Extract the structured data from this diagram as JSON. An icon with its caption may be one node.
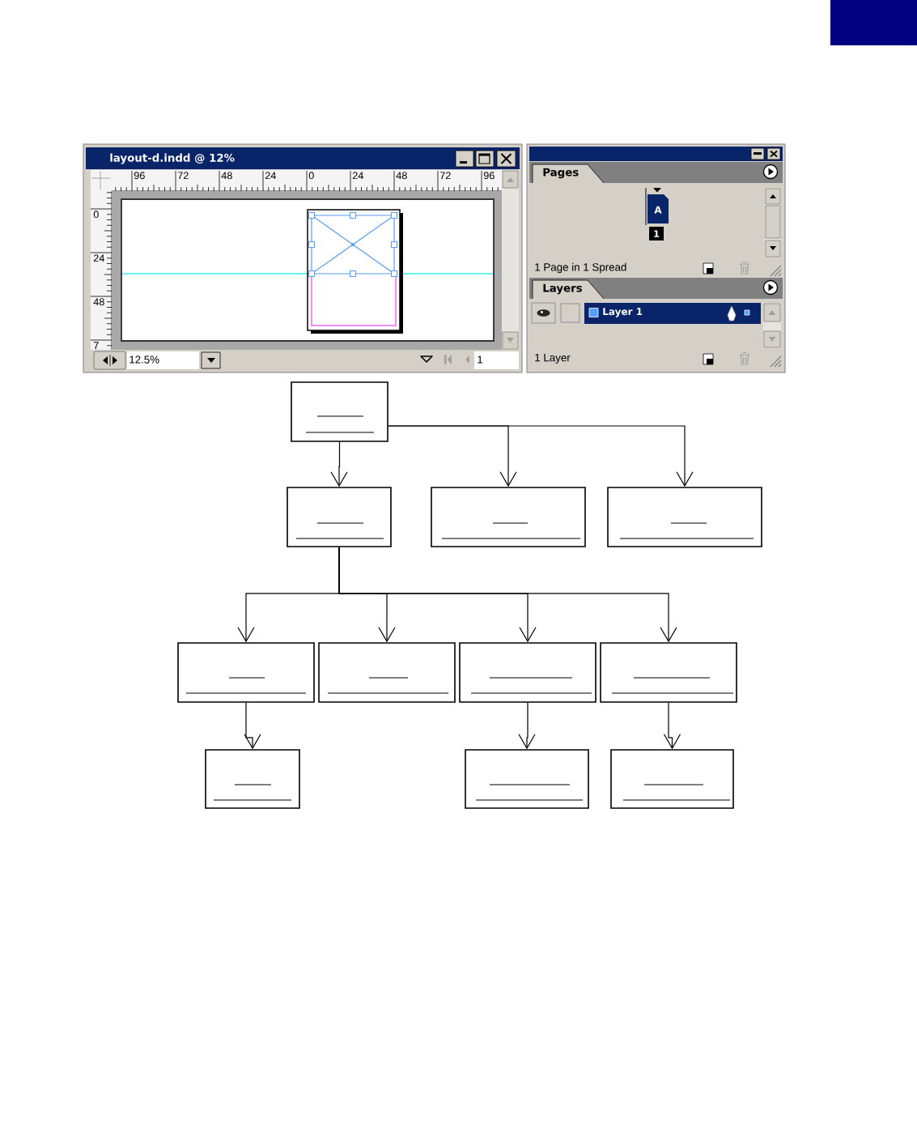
{
  "diagram": {
    "nodes": [
      {
        "text": [],
        "shape": "box"
      },
      {
        "text": [],
        "shape": "box"
      },
      {
        "text": [],
        "shape": "box"
      },
      {
        "text": [],
        "shape": "box"
      },
      {
        "text": [],
        "shape": "box"
      },
      {
        "text": [],
        "shape": "box"
      },
      {
        "text": [],
        "shape": "box"
      },
      {
        "text": [],
        "shape": "box"
      },
      {
        "text": [],
        "shape": "box"
      },
      {
        "text": [],
        "shape": "box"
      },
      {
        "text": [],
        "shape": "box"
      }
    ],
    "edges": [
      {
        "from": 0,
        "to": 1,
        "arrow": "to"
      },
      {
        "from": 0,
        "to": 2,
        "arrow": "to"
      },
      {
        "from": 0,
        "to": 3,
        "arrow": "to"
      },
      {
        "from": 1,
        "to": 4,
        "arrow": "to"
      },
      {
        "from": 1,
        "to": 5,
        "arrow": "to"
      },
      {
        "from": 1,
        "to": 6,
        "arrow": "to"
      },
      {
        "from": 1,
        "to": 7,
        "arrow": "to"
      },
      {
        "from": 4,
        "to": 8,
        "arrow": "to"
      },
      {
        "from": 6,
        "to": 9,
        "arrow": "to"
      },
      {
        "from": 7,
        "to": 10,
        "arrow": "to"
      }
    ],
    "labels": [
      "layout-d.indd @ 12%",
      "96",
      "72",
      "48",
      "24",
      "0",
      "24",
      "48",
      "72",
      "96",
      "0",
      "24",
      "48",
      "7",
      "12.5%",
      "1",
      "Pages",
      "A",
      "1",
      "1 Page in 1 Spread",
      "Layers",
      "Layer 1",
      "1 Layer"
    ]
  }
}
